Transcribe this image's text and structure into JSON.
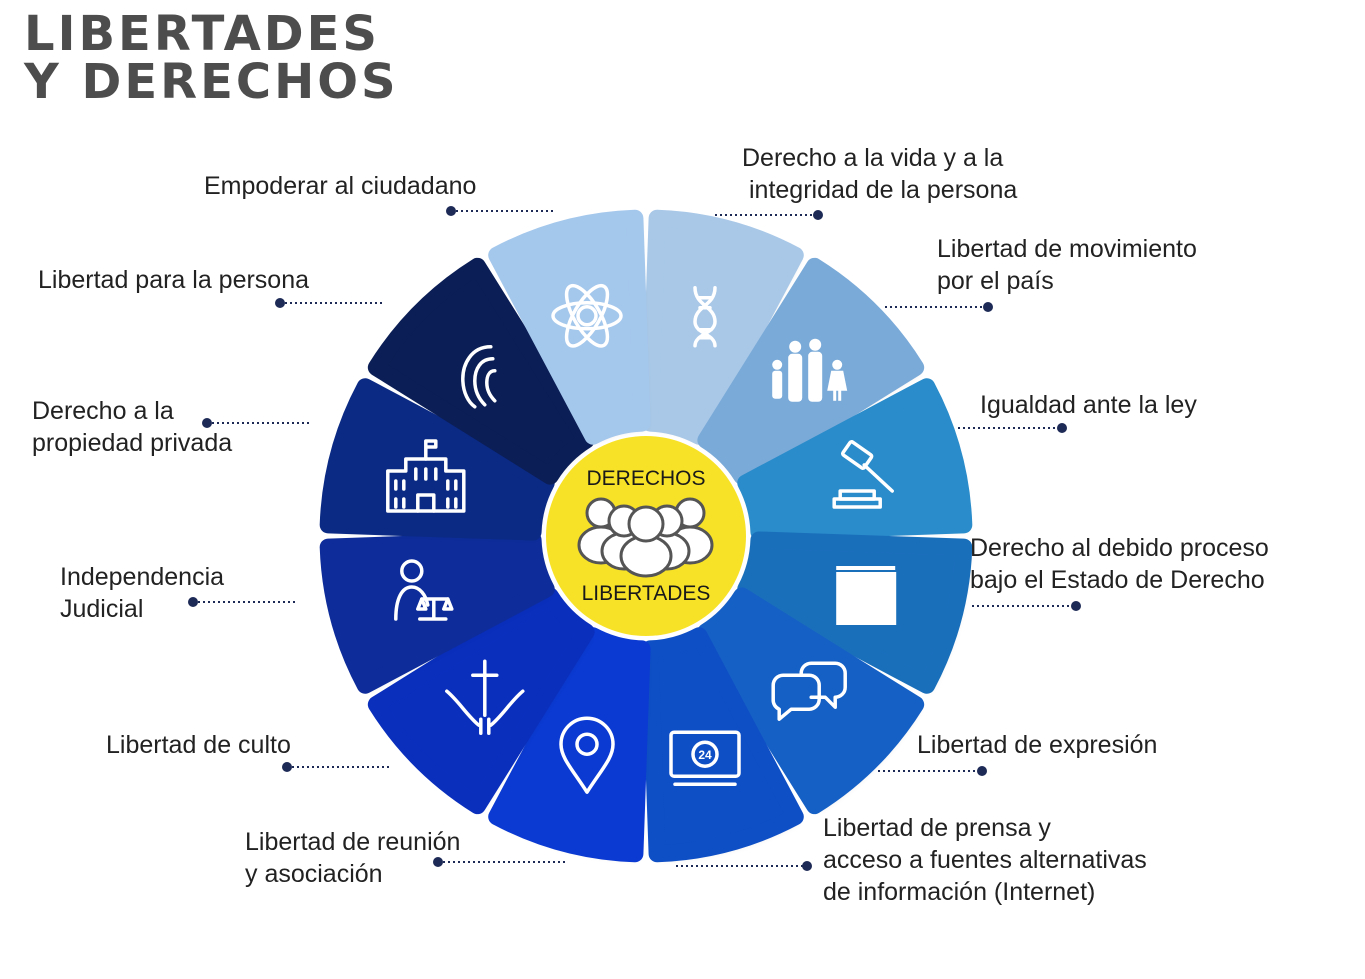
{
  "title": {
    "line1": "LIBERTADES",
    "line2": "Y DERECHOS"
  },
  "center": {
    "top": "DERECHOS",
    "bottom": "LIBERTADES",
    "color": "#f8e227",
    "icon": "people-group-icon"
  },
  "segments": [
    {
      "id": "vida",
      "icon": "dna-icon",
      "color": "#a9c8e8",
      "label": [
        "Derecho a la vida y a la",
        "integridad de la persona"
      ]
    },
    {
      "id": "movimiento",
      "icon": "family-walking-icon",
      "color": "#7aaad8",
      "label": [
        "Libertad de movimiento",
        "por el país"
      ]
    },
    {
      "id": "igualdad",
      "icon": "gavel-icon",
      "color": "#2a8cca",
      "label": [
        "Igualdad ante la ley"
      ]
    },
    {
      "id": "debido-proceso",
      "icon": "book-icon",
      "color": "#1a6fbb",
      "label": [
        "Derecho al debido proceso",
        "bajo el Estado de Derecho"
      ]
    },
    {
      "id": "expresion",
      "icon": "speech-bubbles-icon",
      "color": "#1560c5",
      "label": [
        "Libertad de expresión"
      ]
    },
    {
      "id": "prensa",
      "icon": "monitor-24-icon",
      "color": "#0f4fc5",
      "label": [
        "Libertad de prensa y",
        "acceso a fuentes alternativas",
        "de información (Internet)"
      ]
    },
    {
      "id": "reunion",
      "icon": "location-pin-icon",
      "color": "#0b3ad2",
      "label": [
        "Libertad de reunión",
        "y asociación"
      ]
    },
    {
      "id": "culto",
      "icon": "hands-cross-icon",
      "color": "#0a2fbd",
      "label": [
        "Libertad de culto"
      ]
    },
    {
      "id": "judicial",
      "icon": "judge-scales-icon",
      "color": "#0e2d9a",
      "label": [
        "Independencia",
        "Judicial"
      ]
    },
    {
      "id": "propiedad",
      "icon": "building-icon",
      "color": "#0b2a84",
      "label": [
        "Derecho a la",
        "propiedad privada"
      ]
    },
    {
      "id": "persona",
      "icon": "fingerprint-icon",
      "color": "#0b1e55",
      "label": [
        "Libertad para la persona"
      ]
    },
    {
      "id": "empoderar",
      "icon": "atom-icon",
      "color": "#a4c7ec",
      "label": [
        "Empoderar al ciudadano"
      ]
    }
  ]
}
